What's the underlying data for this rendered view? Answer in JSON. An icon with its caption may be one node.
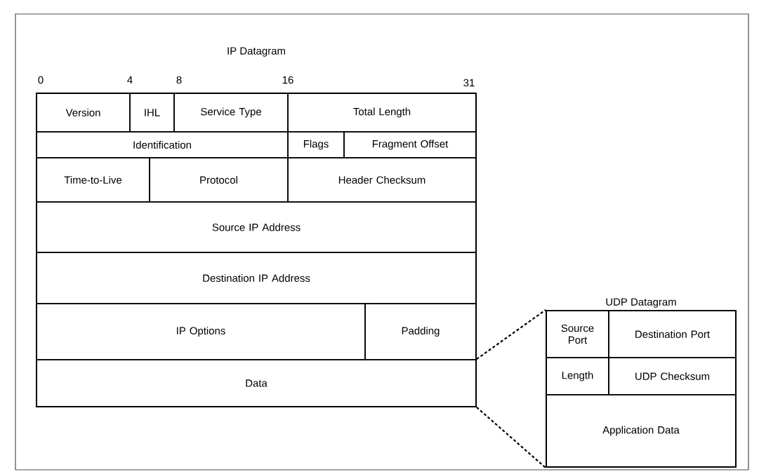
{
  "diagram": {
    "nodes": [
      {
        "text": [
          "IP Datagram"
        ]
      },
      {
        "text": [
          "Version"
        ],
        "in": 0
      },
      {
        "text": [
          "IHL"
        ],
        "in": 0
      },
      {
        "text": [
          "Service Type"
        ],
        "in": 0
      },
      {
        "text": [
          "Total Length"
        ],
        "in": 0
      },
      {
        "text": [
          "Identification"
        ],
        "in": 0
      },
      {
        "text": [
          "Flags"
        ],
        "in": 0
      },
      {
        "text": [
          "Fragment Offset"
        ],
        "in": 0
      },
      {
        "text": [
          "Time-to-Live"
        ],
        "in": 0
      },
      {
        "text": [
          "Protocol"
        ],
        "in": 0
      },
      {
        "text": [
          "Header Checksum"
        ],
        "in": 0
      },
      {
        "text": [
          "Source IP Address"
        ],
        "in": 0
      },
      {
        "text": [
          "Destination IP Address"
        ],
        "in": 0
      },
      {
        "text": [
          "IP Options"
        ],
        "in": 0
      },
      {
        "text": [
          "Padding"
        ],
        "in": 0
      },
      {
        "text": [
          "Data"
        ],
        "in": 0
      },
      {
        "text": [
          "UDP Datagram"
        ]
      },
      {
        "text": [
          "Source Port"
        ],
        "in": 16
      },
      {
        "text": [
          "Destination Port"
        ],
        "in": 16
      },
      {
        "text": [
          "Length"
        ],
        "in": 16
      },
      {
        "text": [
          "UDP Checksum"
        ],
        "in": 16
      },
      {
        "text": [
          "Application Data"
        ],
        "in": 16
      }
    ],
    "edges": [
      {
        "from": 15,
        "to": 16,
        "arrow": "none",
        "style": "dashed"
      },
      {
        "from": 15,
        "to": 16,
        "arrow": "none",
        "style": "dashed"
      }
    ],
    "labels": [
      "0",
      "4",
      "8",
      "16",
      "31"
    ]
  }
}
